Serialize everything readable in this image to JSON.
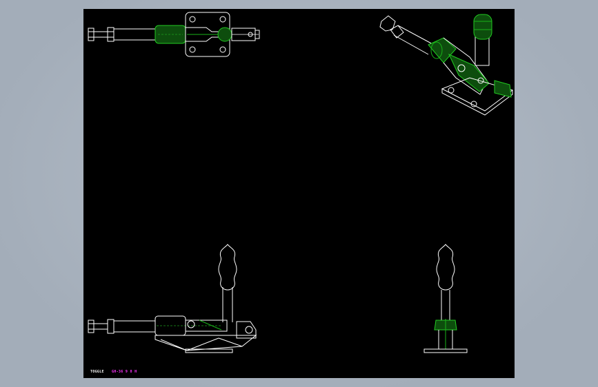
{
  "sheet": {
    "background": "#000000",
    "viewport_background": "#a9b3bf",
    "line_color": "#ffffff",
    "hidden_line_color": "#19b319"
  },
  "labels": {
    "title_block": "TOGGLE",
    "part_number": "GH-36 9 0 H"
  },
  "views": [
    "top-view",
    "isometric-view",
    "front-view",
    "side-view"
  ]
}
